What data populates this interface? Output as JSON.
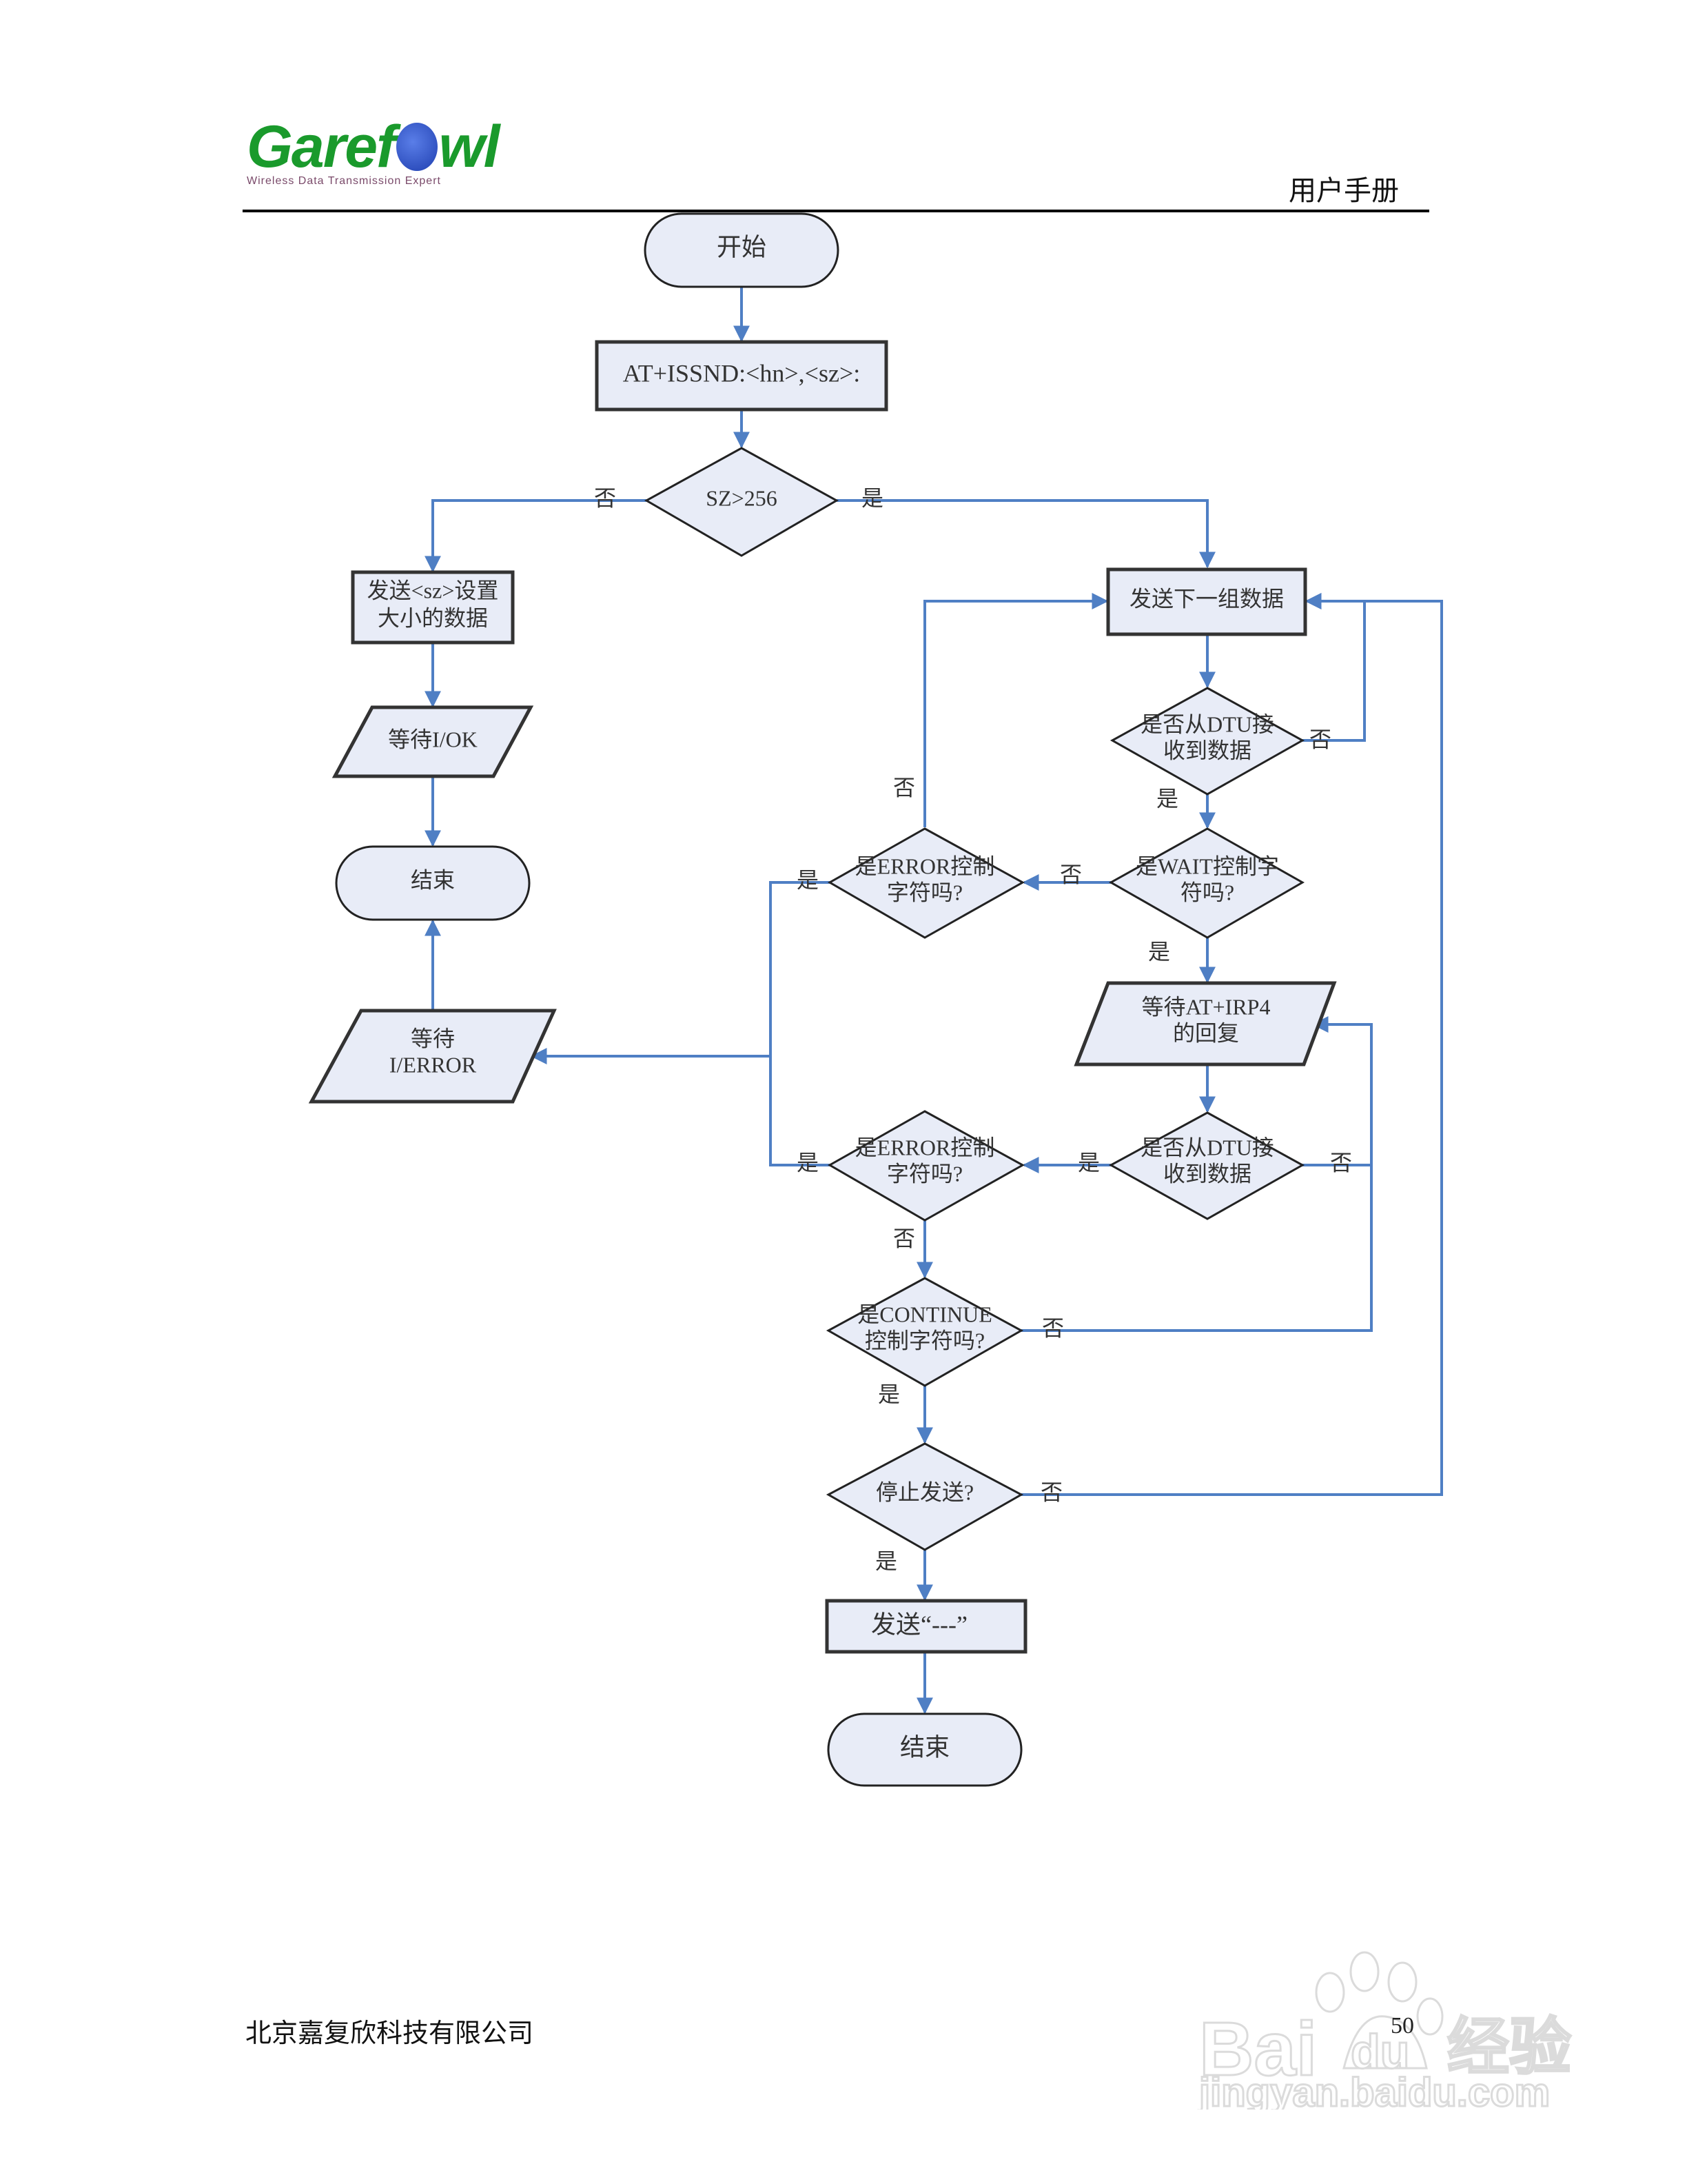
{
  "header": {
    "logo_text_before": "Garef",
    "logo_text_after": "wl",
    "logo_tagline": "Wireless Data Transmission Expert",
    "title": "用户手册"
  },
  "flowchart": {
    "nodes": {
      "start": "开始",
      "issnd": "AT+ISSND:<hn>,<sz>:",
      "sz_check": "SZ>256",
      "send_sz": [
        "发送<sz>设置",
        "大小的数据"
      ],
      "wait_ok": "等待I/OK",
      "end_left": "结束",
      "wait_error": [
        "等待",
        "I/ERROR"
      ],
      "send_next": "发送下一组数据",
      "recv_dtu_1": [
        "是否从DTU接",
        "收到数据"
      ],
      "is_wait": [
        "是WAIT控制字",
        "符吗?"
      ],
      "is_error_1": [
        "是ERROR控制",
        "字符吗?"
      ],
      "wait_irp4": [
        "等待AT+IRP4",
        "的回复"
      ],
      "recv_dtu_2": [
        "是否从DTU接",
        "收到数据"
      ],
      "is_error_2": [
        "是ERROR控制",
        "字符吗?"
      ],
      "is_continue": [
        "是CONTINUE",
        "控制字符吗?"
      ],
      "stop_send": "停止发送?",
      "send_dashes": "发送“---”",
      "end_bottom": "结束"
    },
    "edge_labels": {
      "yes": "是",
      "no": "否"
    }
  },
  "footer": {
    "company": "北京嘉复欣科技有限公司",
    "page_number": "50"
  },
  "watermark": {
    "brand": "Bai",
    "brand_du": "du",
    "suffix": "经验",
    "url": "jingyan.baidu.com"
  },
  "colors": {
    "connector": "#4f7fc4",
    "node_fill": "#e8ecf7",
    "logo_green": "#1a9a2c",
    "logo_globe": "#2f52c8"
  }
}
